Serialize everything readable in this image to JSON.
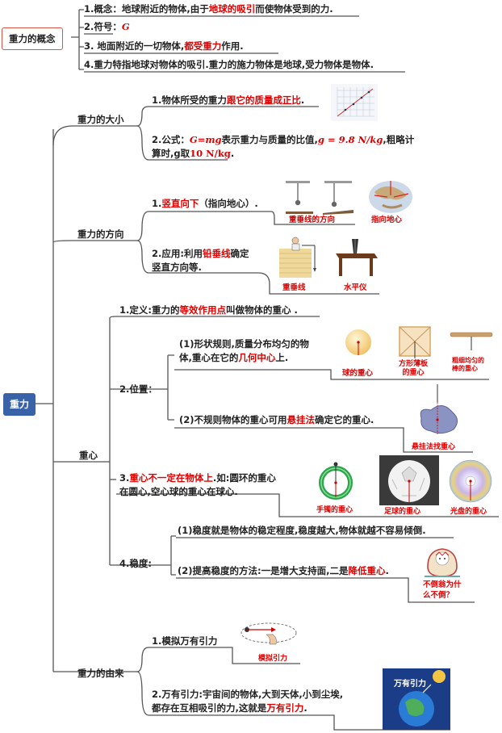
{
  "concept": {
    "title": "重力的概念",
    "item1_a": "1.概念：地球附近的物体,由于",
    "item1_b": "地球的吸引",
    "item1_c": "而使物体受到的力.",
    "item2_a": "2.符号：",
    "item2_b": "G",
    "item3_a": "3. 地面附近的一切物体,",
    "item3_b": "都受重力",
    "item3_c": "作用.",
    "item4": "4.重力特指地球对物体的吸引.重力的施力物体是地球,受力物体是物体."
  },
  "root": {
    "label": "重力"
  },
  "magnitude": {
    "label": "重力的大小",
    "item1_a": "1.物体所受的重力",
    "item1_b": "跟它的质量成正比",
    "item1_c": ".",
    "item2_a": "2.公式：",
    "item2_b": "G=mg",
    "item2_c": "表示重力与质量的比值,",
    "item2_d": "g = 9.8 N/kg",
    "item2_e": ",粗略计",
    "item2_f": "算时,g取",
    "item2_g": "10 N/kg",
    "item2_h": "."
  },
  "direction": {
    "label": "重力的方向",
    "item1_a": "1.",
    "item1_b": "竖直向下",
    "item1_c": "（指向地心）.",
    "cap_plumb": "重垂线的方向",
    "cap_earth": "指向地心",
    "item2_a": "2.应用:利用",
    "item2_b": "铅垂线",
    "item2_c": "确定",
    "item2_d": "竖直方向等.",
    "cap_line": "重垂线",
    "cap_level": "水平仪"
  },
  "center": {
    "label": "重心",
    "def_a": "1.定义:重力的",
    "def_b": "等效作用点",
    "def_c": "叫做物体的重心 .",
    "pos_label": "2.位置：",
    "pos1_a": "(1)形状规则,质量分布均匀的物",
    "pos1_b": "体,重心在它的",
    "pos1_c": "几何中心",
    "pos1_d": "上.",
    "cap_ball": "球的重心",
    "cap_plate_1": "方形薄板",
    "cap_plate_2": "的重心",
    "cap_rod_1": "粗细均匀的",
    "cap_rod_2": "棒的重心",
    "pos2_a": "(2)不规则物体的重心可用",
    "pos2_b": "悬挂法",
    "pos2_c": "确定它的重心.",
    "cap_hang": "悬挂法找重心",
    "item3_a": "3.",
    "item3_b": "重心不一定在物体上",
    "item3_c": ".如:圆环的重心",
    "item3_d": "在圆心,空心球的重心在球心.",
    "cap_ring": "手镯的重心",
    "cap_football": "足球的重心",
    "cap_cd": "光盘的重心",
    "stab_label": "4.稳度:",
    "stab1": "(1)稳度就是物体的稳定程度,稳度越大,物体就越不容易倾倒.",
    "stab2_a": "(2)提高稳度的方法:一是增大支持面,二是",
    "stab2_b": "降低重心",
    "stab2_c": ".",
    "cap_toy_1": "不倒翁为什",
    "cap_toy_2": "么不倒？"
  },
  "origin": {
    "label": "重力的由来",
    "item1": "1.模拟万有引力",
    "cap_sim": "模拟引力",
    "item2_a": "2.万有引力:宇宙间的物体,大到天体,小到尘埃,",
    "item2_b": "都存在互相吸引的力,这就是",
    "item2_c": "万有引力",
    "item2_d": ".",
    "globe_text": "万有引力"
  },
  "colors": {
    "accent_red": "#e00000",
    "root_blue": "#3a62a8",
    "line_gray": "#555555"
  }
}
